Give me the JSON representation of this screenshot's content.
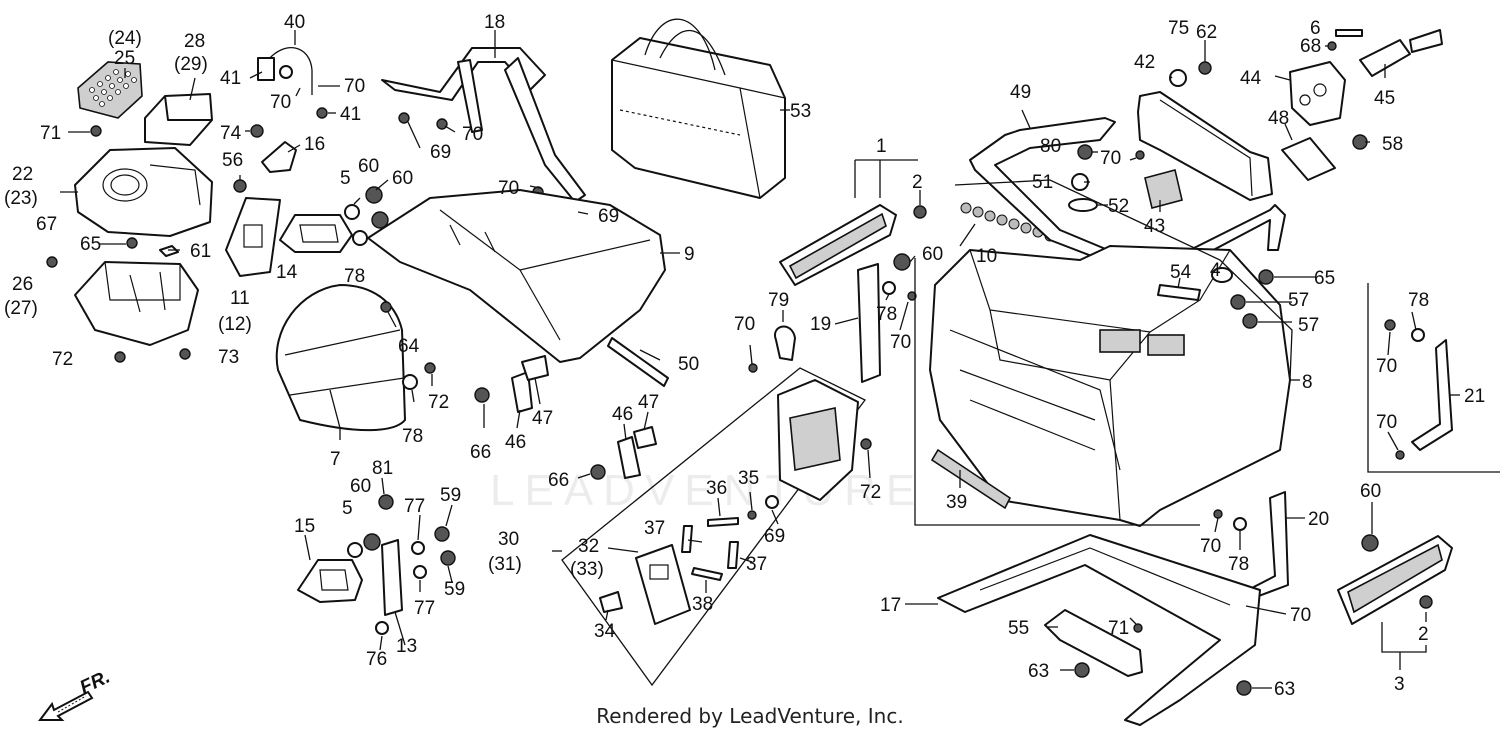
{
  "watermark": "LEADVENTURE",
  "credit": "Rendered by LeadVenture, Inc.",
  "front_marker": "FR.",
  "callouts": [
    {
      "id": "c24",
      "text": "(24)"
    },
    {
      "id": "c25",
      "text": "25"
    },
    {
      "id": "c28",
      "text": "28"
    },
    {
      "id": "c29",
      "text": "(29)"
    },
    {
      "id": "c40",
      "text": "40"
    },
    {
      "id": "c41a",
      "text": "41"
    },
    {
      "id": "c70a",
      "text": "70"
    },
    {
      "id": "c70b",
      "text": "70"
    },
    {
      "id": "c41b",
      "text": "41"
    },
    {
      "id": "c18",
      "text": "18"
    },
    {
      "id": "c53",
      "text": "53"
    },
    {
      "id": "c71a",
      "text": "71"
    },
    {
      "id": "c74",
      "text": "74"
    },
    {
      "id": "c16",
      "text": "16"
    },
    {
      "id": "c69a",
      "text": "69"
    },
    {
      "id": "c70c",
      "text": "70"
    },
    {
      "id": "c22",
      "text": "22"
    },
    {
      "id": "c23",
      "text": "(23)"
    },
    {
      "id": "c56",
      "text": "56"
    },
    {
      "id": "c5a",
      "text": "5"
    },
    {
      "id": "c60a",
      "text": "60"
    },
    {
      "id": "c60b",
      "text": "60"
    },
    {
      "id": "c70d",
      "text": "70"
    },
    {
      "id": "c69b",
      "text": "69"
    },
    {
      "id": "c67",
      "text": "67"
    },
    {
      "id": "c65a",
      "text": "65"
    },
    {
      "id": "c61",
      "text": "61"
    },
    {
      "id": "c14",
      "text": "14"
    },
    {
      "id": "c78a",
      "text": "78"
    },
    {
      "id": "c9",
      "text": "9"
    },
    {
      "id": "c26",
      "text": "26"
    },
    {
      "id": "c27",
      "text": "(27)"
    },
    {
      "id": "c11",
      "text": "11"
    },
    {
      "id": "c12",
      "text": "(12)"
    },
    {
      "id": "c72a",
      "text": "72"
    },
    {
      "id": "c73",
      "text": "73"
    },
    {
      "id": "c64",
      "text": "64"
    },
    {
      "id": "c72b",
      "text": "72"
    },
    {
      "id": "c7",
      "text": "7"
    },
    {
      "id": "c78b",
      "text": "78"
    },
    {
      "id": "c66a",
      "text": "66"
    },
    {
      "id": "c46a",
      "text": "46"
    },
    {
      "id": "c47a",
      "text": "47"
    },
    {
      "id": "c50",
      "text": "50"
    },
    {
      "id": "c46b",
      "text": "46"
    },
    {
      "id": "c47b",
      "text": "47"
    },
    {
      "id": "c66b",
      "text": "66"
    },
    {
      "id": "c81",
      "text": "81"
    },
    {
      "id": "c60c",
      "text": "60"
    },
    {
      "id": "c5b",
      "text": "5"
    },
    {
      "id": "c77a",
      "text": "77"
    },
    {
      "id": "c59a",
      "text": "59"
    },
    {
      "id": "c15",
      "text": "15"
    },
    {
      "id": "c77b",
      "text": "77"
    },
    {
      "id": "c59b",
      "text": "59"
    },
    {
      "id": "c76",
      "text": "76"
    },
    {
      "id": "c13",
      "text": "13"
    },
    {
      "id": "c30",
      "text": "30"
    },
    {
      "id": "c31",
      "text": "(31)"
    },
    {
      "id": "c32",
      "text": "32"
    },
    {
      "id": "c33",
      "text": "(33)"
    },
    {
      "id": "c36",
      "text": "36"
    },
    {
      "id": "c35",
      "text": "35"
    },
    {
      "id": "c37a",
      "text": "37"
    },
    {
      "id": "c69c",
      "text": "69"
    },
    {
      "id": "c37b",
      "text": "37"
    },
    {
      "id": "c38",
      "text": "38"
    },
    {
      "id": "c34",
      "text": "34"
    },
    {
      "id": "c1",
      "text": "1"
    },
    {
      "id": "c2a",
      "text": "2"
    },
    {
      "id": "c10",
      "text": "10"
    },
    {
      "id": "c60d",
      "text": "60"
    },
    {
      "id": "c79",
      "text": "79"
    },
    {
      "id": "c19",
      "text": "19"
    },
    {
      "id": "c78c",
      "text": "78"
    },
    {
      "id": "c70e",
      "text": "70"
    },
    {
      "id": "c70f",
      "text": "70"
    },
    {
      "id": "c72c",
      "text": "72"
    },
    {
      "id": "c49",
      "text": "49"
    },
    {
      "id": "c80",
      "text": "80"
    },
    {
      "id": "c70g",
      "text": "70"
    },
    {
      "id": "c51",
      "text": "51"
    },
    {
      "id": "c52",
      "text": "52"
    },
    {
      "id": "c43",
      "text": "43"
    },
    {
      "id": "c42",
      "text": "42"
    },
    {
      "id": "c75",
      "text": "75"
    },
    {
      "id": "c62",
      "text": "62"
    },
    {
      "id": "c6",
      "text": "6"
    },
    {
      "id": "c68",
      "text": "68"
    },
    {
      "id": "c44",
      "text": "44"
    },
    {
      "id": "c45",
      "text": "45"
    },
    {
      "id": "c48",
      "text": "48"
    },
    {
      "id": "c58",
      "text": "58"
    },
    {
      "id": "c4",
      "text": "4"
    },
    {
      "id": "c65b",
      "text": "65"
    },
    {
      "id": "c54",
      "text": "54"
    },
    {
      "id": "c57a",
      "text": "57"
    },
    {
      "id": "c57b",
      "text": "57"
    },
    {
      "id": "c8",
      "text": "8"
    },
    {
      "id": "c78d",
      "text": "78"
    },
    {
      "id": "c70h",
      "text": "70"
    },
    {
      "id": "c21",
      "text": "21"
    },
    {
      "id": "c70i",
      "text": "70"
    },
    {
      "id": "c39",
      "text": "39"
    },
    {
      "id": "c20",
      "text": "20"
    },
    {
      "id": "c60e",
      "text": "60"
    },
    {
      "id": "c70j",
      "text": "70"
    },
    {
      "id": "c78e",
      "text": "78"
    },
    {
      "id": "c17",
      "text": "17"
    },
    {
      "id": "c70k",
      "text": "70"
    },
    {
      "id": "c55",
      "text": "55"
    },
    {
      "id": "c71b",
      "text": "71"
    },
    {
      "id": "c2b",
      "text": "2"
    },
    {
      "id": "c63a",
      "text": "63"
    },
    {
      "id": "c63b",
      "text": "63"
    },
    {
      "id": "c3",
      "text": "3"
    }
  ]
}
